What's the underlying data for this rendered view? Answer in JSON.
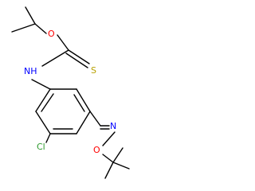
{
  "molecule": {
    "atoms": {
      "ester_oxygen": "O",
      "amide_nitrogen": "NH",
      "thione_sulfur": "S",
      "oxime_nitrogen": "N",
      "oxime_oxygen": "O",
      "chlorine": "Cl"
    },
    "colors": {
      "bond": "#000000",
      "oxygen": "#ff0000",
      "nitrogen": "#0000ff",
      "sulfur": "#b8a000",
      "chlorine": "#2e9a2e"
    }
  }
}
